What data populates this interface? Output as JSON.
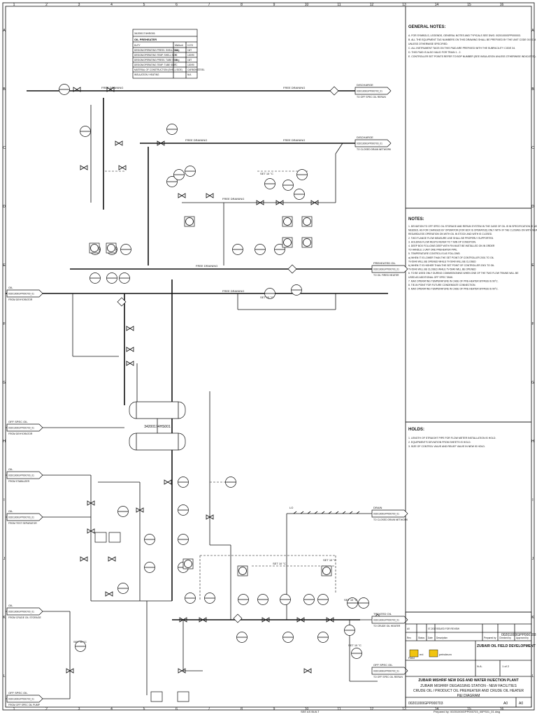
{
  "border": {
    "columns": [
      "1",
      "2",
      "3",
      "4",
      "5",
      "6",
      "7",
      "8",
      "9",
      "10",
      "11",
      "12",
      "13",
      "14",
      "15",
      "16"
    ],
    "rows": [
      "A",
      "B",
      "C",
      "D",
      "E",
      "F",
      "G",
      "H",
      "I",
      "J",
      "K",
      "L"
    ]
  },
  "heater_table": {
    "tag": "34200174HS001",
    "title": "OIL PREHEATER",
    "rows": [
      [
        "DUTY",
        "MW/unit",
        "0.373"
      ],
      [
        "DESIGN/OPERATING PRESS. SHELL SIDE",
        "barg",
        "15/7"
      ],
      [
        "DESIGN/OPERATING TEMP. SHELL SIDE",
        "°C",
        "120/90"
      ],
      [
        "DESIGN/OPERATING PRESS. TUBE SIDE",
        "barg",
        "15/7"
      ],
      [
        "DESIGN/OPERATING TEMP. TUBE SIDE",
        "°C",
        "120/90"
      ],
      [
        "MATERIAL OF CONSTRUCTION (SHELL SIDE)",
        "",
        "CARBON STEEL"
      ],
      [
        "INSULATION / HEATING",
        "",
        "N/A"
      ]
    ]
  },
  "general_notes": {
    "title": "GENERAL NOTES:",
    "items": [
      "A. FOR SYMBOLS, LEGENDS, GENERAL NOTES AND TYPICALS SEE DWG. 00201000GPP000003.",
      "B. ALL THE EQUIPMENT TAG NUMBERS ON THIS DRAWING SHALL BE PREFIXED BY THE UNIT CODE 00.5174",
      "   UNLESS OTHERWISE SPECIFIED.",
      "C. ALL INSTRUMENT TAGS ON THIS P&ID ARE PREFIXED WITH THE SUBFACILITY CODE 34.",
      "D. THIS P&ID IS ALSO VALID FOR TRAIN 1 - 2.",
      "E. CONTROLLER SET POINTS REFER TO BOP NUMBER (SEE INSULATION UNLESS OTHERWISE INDICATED)."
    ]
  },
  "notes": {
    "title": "NOTES:",
    "items": [
      "1. DEVIATION TO OFF SPEC OIL STORAGE AND RERUN SYSTEM IN THE CASE OF OIL IS IN SPECIFICATION IS NOT",
      "   NEEDED, AS FOR CHANGED BY OPERATOR (FOR BOX IS OPERATED) ONLY WITH IF THE CLOSING ON WITH NEW",
      "   REGARDLESS OPERATION ON WITH OIL IN STOCK AND WITH IS CLOSED.",
      "2. TWO FLANGE FLOW MEASURE LINE SHALL BE PROPERLY SUPPORTED.",
      "3. HOLDING FLOW RESTS REFER TO T MIN OP CONDITION.",
      "4. DEEP BOX FOLLOWS DEEP WITH FIN MUST BE INSTALLED ON IN ORDER",
      "   TO HANDLE 1 UNIT ONE PREHEATER PIPE.",
      "5. TEMPERATURE CONTROL IS AS FOLLOWS:",
      "   a) WHEN IT IS LOWER THAN THE SET POINT OF CONTROLLER 2001 TO OIL",
      "      TV-5040 WILL BE OPENED WHILE TV-5040 WILL BE CLOSED",
      "   b) WHEN IT IS HIGHER THAN THE SET POINT OF CONTROLLER 2001 TO OIL",
      "      TV-5040 WILL BE CLOSED WHILE TV-5040 WILL BE OPENED",
      "6. TO BE USED ONLY DURING COMMISSIONING WHEN ONE OF THE TWO FLOW TRAINS WILL BE",
      "   USED AS ADDITIONAL OFF SPEC TANK.",
      "7. MAX OPERATING TEMPERATURE IN CASE OF PRE-HEATER BYPASS IS 90°C.",
      "8. TIE-IN POINT FOR FUTURE CONDENSATE CONNECTION.",
      "9. MAX OPERATING TEMPERATURE IN CASE OF PRE-HEATER BYPASS IS 90°C."
    ]
  },
  "holds": {
    "title": "HOLDS:",
    "items": [
      "1. LENGTH OF STRAIGHT PIPE FOR FLOW METER INSTALLATION IS HOLD.",
      "2. EQUIPMENT'S DEVIATION FROM SHEETS IS HOLD.",
      "3. SIZE OF CONTROL VALVE AND RELIEF VALVE IN NEW IS HOLD."
    ]
  },
  "connectors": {
    "discharge_top": {
      "label": "DISCHARGE",
      "ref": "00201000GPP000700_01",
      "sub": "TO OFF SPEC OIL RERUN"
    },
    "discharge_mid": {
      "label": "DISCHARGE",
      "ref": "00201000GPP000700_01",
      "sub": "TO CLOSED DRAIN NETWORK"
    },
    "preheated_oil": {
      "label": "PREHEATED OIL",
      "ref": "00201000GPP000700_01",
      "sub": "TO OIL FIRED HEATER"
    },
    "oil_from_dehydrator": {
      "label": "OIL",
      "ref": "00201000GPP000700_01",
      "sub": "FROM DEHYDRATOR"
    },
    "off_spec_oil_1": {
      "label": "OFF SPEC OIL",
      "ref": "00201000GPP000700_01",
      "sub": "FROM DEHYDRATOR"
    },
    "oil_from_stabilizer": {
      "label": "OIL",
      "ref": "00201000GPP000700_01",
      "sub": "FROM STABILIZER"
    },
    "oil_from_separator": {
      "label": "OIL",
      "ref": "00201000GPP000700_01",
      "sub": "FROM TEST SEPARATOR"
    },
    "oil_from_storage": {
      "label": "OIL",
      "ref": "00201000GPP000700_01",
      "sub": "FROM CRUDE OIL STORAGE"
    },
    "treated_oil": {
      "label": "TREATED OIL",
      "ref": "00201000GPP000700_01",
      "sub": "TO CRUDE OIL HEATER"
    },
    "off_spec_oil_2": {
      "label": "OFF SPEC OIL",
      "ref": "00201000GPP000700_01",
      "sub": "TO OFF SPEC OIL RERUN"
    },
    "off_spec_oil_3": {
      "label": "OFF SPEC OIL",
      "ref": "00201000GPP000700_01",
      "sub": "FROM OFF SPEC OIL PUMP"
    },
    "drain": {
      "label": "DRAIN",
      "ref": "00201000GPP000700_01",
      "sub": "TO CLOSED DRAIN NETWORK"
    }
  },
  "equipment_tag": "34200174HS001",
  "title_block": {
    "client": "ZUBAIR OIL FIELD DEVELOPMENT",
    "doc_no": "00201000GPP000703",
    "project": "ZUBAIR MISHRIF NEW DGS AND WATER INJECTION PLANT",
    "line1": "ZUBAIR MISHRIF DEGASSING STATION - NEW FACILITIES",
    "line2": "CRUDE OIL / PRODUCT OIL PREHEATER AND CRUDE OIL HEATER",
    "line3": "P&I DIAGRAM",
    "scale": "N.A.",
    "sheet": "1 of 2",
    "rev": "A0",
    "size": "A0",
    "rev_rows": [
      [
        "A0",
        "",
        "07-2017",
        "ISSUED FOR REVIEW",
        "",
        "",
        ""
      ]
    ],
    "rev_headers": [
      "Rev.",
      "Status",
      "Date",
      "Description",
      "Prepared by",
      "Checked by",
      "Approved by"
    ],
    "company_1": "eni",
    "company_2": "petroleum",
    "field_label": "Field",
    "footer": "Prepared by: 00201000GPP000703_00PS01_01.dwg",
    "stamp": "SEE AS BUILT"
  },
  "valve_labels": [
    "SET 10 °C",
    "SET 10 °C",
    "SET 10 °C",
    "SET 10 °C",
    "SET 10 °C",
    "SET 10 °C",
    "SET 10 °C"
  ],
  "free_draining": "FREE DRAINING",
  "lo_label": "LO"
}
